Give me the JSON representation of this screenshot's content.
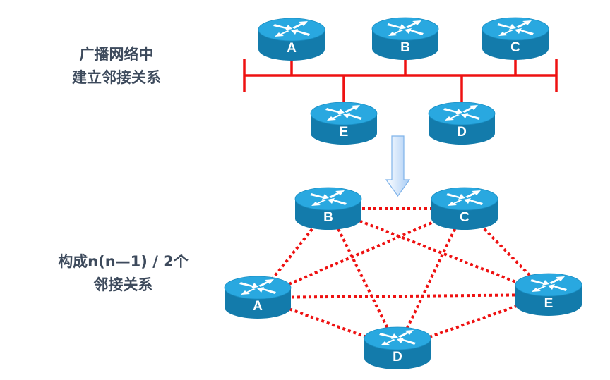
{
  "captions": {
    "top_line1": "广播网络中",
    "top_line2": "建立邻接关系",
    "bottom_line1": "构成n(n—1) / 2个",
    "bottom_line2": "邻接关系"
  },
  "colors": {
    "link_red": "#ee1111",
    "router_top": "#29a8e0",
    "router_side": "#137bab",
    "text": "#3d4a5c",
    "arrow_fill": "#c9e1fb",
    "arrow_stroke": "#7fb3ea"
  },
  "top_diagram": {
    "type": "broadcast-bus",
    "routers_upper": [
      "A",
      "B",
      "C"
    ],
    "routers_lower": [
      "E",
      "D"
    ]
  },
  "bottom_diagram": {
    "type": "full-mesh",
    "routers": [
      "B",
      "C",
      "A",
      "E",
      "D"
    ],
    "links": [
      [
        "A",
        "B"
      ],
      [
        "A",
        "C"
      ],
      [
        "A",
        "D"
      ],
      [
        "A",
        "E"
      ],
      [
        "B",
        "C"
      ],
      [
        "B",
        "D"
      ],
      [
        "B",
        "E"
      ],
      [
        "C",
        "D"
      ],
      [
        "C",
        "E"
      ],
      [
        "D",
        "E"
      ]
    ]
  },
  "transition_icon": "down-arrow-icon"
}
